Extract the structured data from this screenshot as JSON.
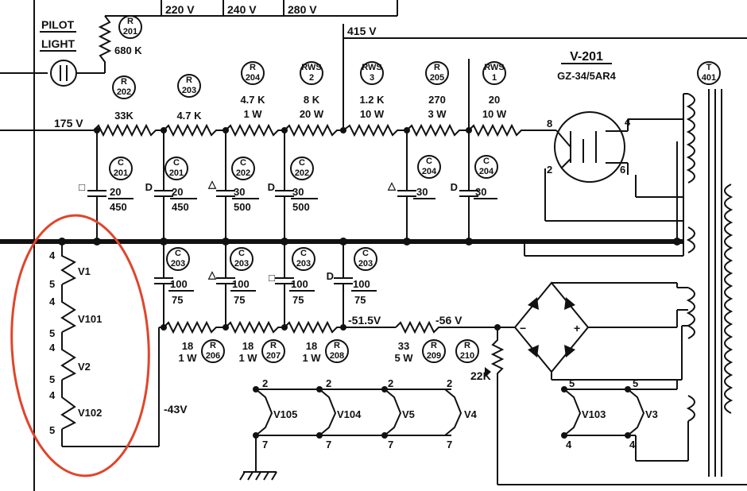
{
  "pilot_light": {
    "line1": "PILOT",
    "line2": "LIGHT",
    "ref_letter": "R",
    "ref_num": "201",
    "value": "680 K"
  },
  "supply_taps": {
    "v220": "220 V",
    "v240": "240 V",
    "v280": "280 V",
    "v415": "415 V"
  },
  "tube": {
    "ref": "V-201",
    "type_a": "GZ-34/5AR4",
    "pins": [
      "8",
      "4",
      "2",
      "6"
    ]
  },
  "transformer": {
    "ref_letter": "T",
    "ref_num": "401"
  },
  "node_175": "175 V",
  "resistors_top": [
    {
      "letter": "R",
      "num": "202",
      "value": "33K",
      "watt": ""
    },
    {
      "letter": "R",
      "num": "203",
      "value": "4.7 K",
      "watt": ""
    },
    {
      "letter": "R",
      "num": "204",
      "value": "4.7 K",
      "watt": "1 W"
    },
    {
      "letter": "RWS",
      "num": "2",
      "value": "8 K",
      "watt": "20 W"
    },
    {
      "letter": "RWS",
      "num": "3",
      "value": "1.2 K",
      "watt": "10 W"
    },
    {
      "letter": "R",
      "num": "205",
      "value": "270",
      "watt": "3 W"
    },
    {
      "letter": "RWS",
      "num": "1",
      "value": "20",
      "watt": "10 W"
    }
  ],
  "caps_top": [
    {
      "letter": "C",
      "num": "201",
      "value": "20",
      "volt": "450",
      "mark": "□"
    },
    {
      "letter": "C",
      "num": "201",
      "value": "20",
      "volt": "450",
      "mark": "D"
    },
    {
      "letter": "C",
      "num": "202",
      "value": "30",
      "volt": "500",
      "mark": "△"
    },
    {
      "letter": "C",
      "num": "202",
      "value": "30",
      "volt": "500",
      "mark": "D"
    },
    {
      "letter": "C",
      "num": "204",
      "value": "30",
      "volt": "",
      "mark": "△"
    },
    {
      "letter": "C",
      "num": "204",
      "value": "30",
      "volt": "",
      "mark": "D"
    }
  ],
  "caps_bottom": [
    {
      "letter": "C",
      "num": "203",
      "value": "100",
      "volt": "75",
      "mark": ""
    },
    {
      "letter": "C",
      "num": "203",
      "value": "100",
      "volt": "75",
      "mark": "△"
    },
    {
      "letter": "C",
      "num": "203",
      "value": "100",
      "volt": "75",
      "mark": "□"
    },
    {
      "letter": "C",
      "num": "203",
      "value": "100",
      "volt": "75",
      "mark": "D"
    }
  ],
  "resistors_bottom": [
    {
      "value": "18",
      "watt": "1 W",
      "letter": "R",
      "num": "206"
    },
    {
      "value": "18",
      "watt": "1 W",
      "letter": "R",
      "num": "207"
    },
    {
      "value": "18",
      "watt": "1 W",
      "letter": "R",
      "num": "208"
    },
    {
      "value": "33",
      "watt": "5 W",
      "letter": "R",
      "num": "209"
    },
    {
      "value": "",
      "watt": "",
      "letter": "R",
      "num": "210"
    }
  ],
  "node_515": "-51.5V",
  "node_56": "-56 V",
  "node_43": "-43V",
  "pot_value": "22K",
  "bridge": {
    "minus": "−",
    "plus": "+"
  },
  "heater_chain": [
    {
      "top_pin": "4",
      "bottom_pin": "5",
      "name": "V1"
    },
    {
      "top_pin": "4",
      "bottom_pin": "5",
      "name": "V101"
    },
    {
      "top_pin": "4",
      "bottom_pin": "5",
      "name": "V2"
    },
    {
      "top_pin": "4",
      "bottom_pin": "5",
      "name": "V102"
    }
  ],
  "heaters_row": [
    {
      "top_pin": "2",
      "bottom_pin": "7",
      "name": "V105"
    },
    {
      "top_pin": "2",
      "bottom_pin": "7",
      "name": "V104"
    },
    {
      "top_pin": "2",
      "bottom_pin": "7",
      "name": "V5"
    },
    {
      "top_pin": "2",
      "bottom_pin": "7",
      "name": "V4"
    },
    {
      "top_pin": "5",
      "bottom_pin": "4",
      "name": "V103"
    },
    {
      "top_pin": "5",
      "bottom_pin": "4",
      "name": "V3"
    }
  ],
  "colors": {
    "ink": "#111111",
    "annotation": "#e0452b",
    "paper": "#ffffff"
  }
}
